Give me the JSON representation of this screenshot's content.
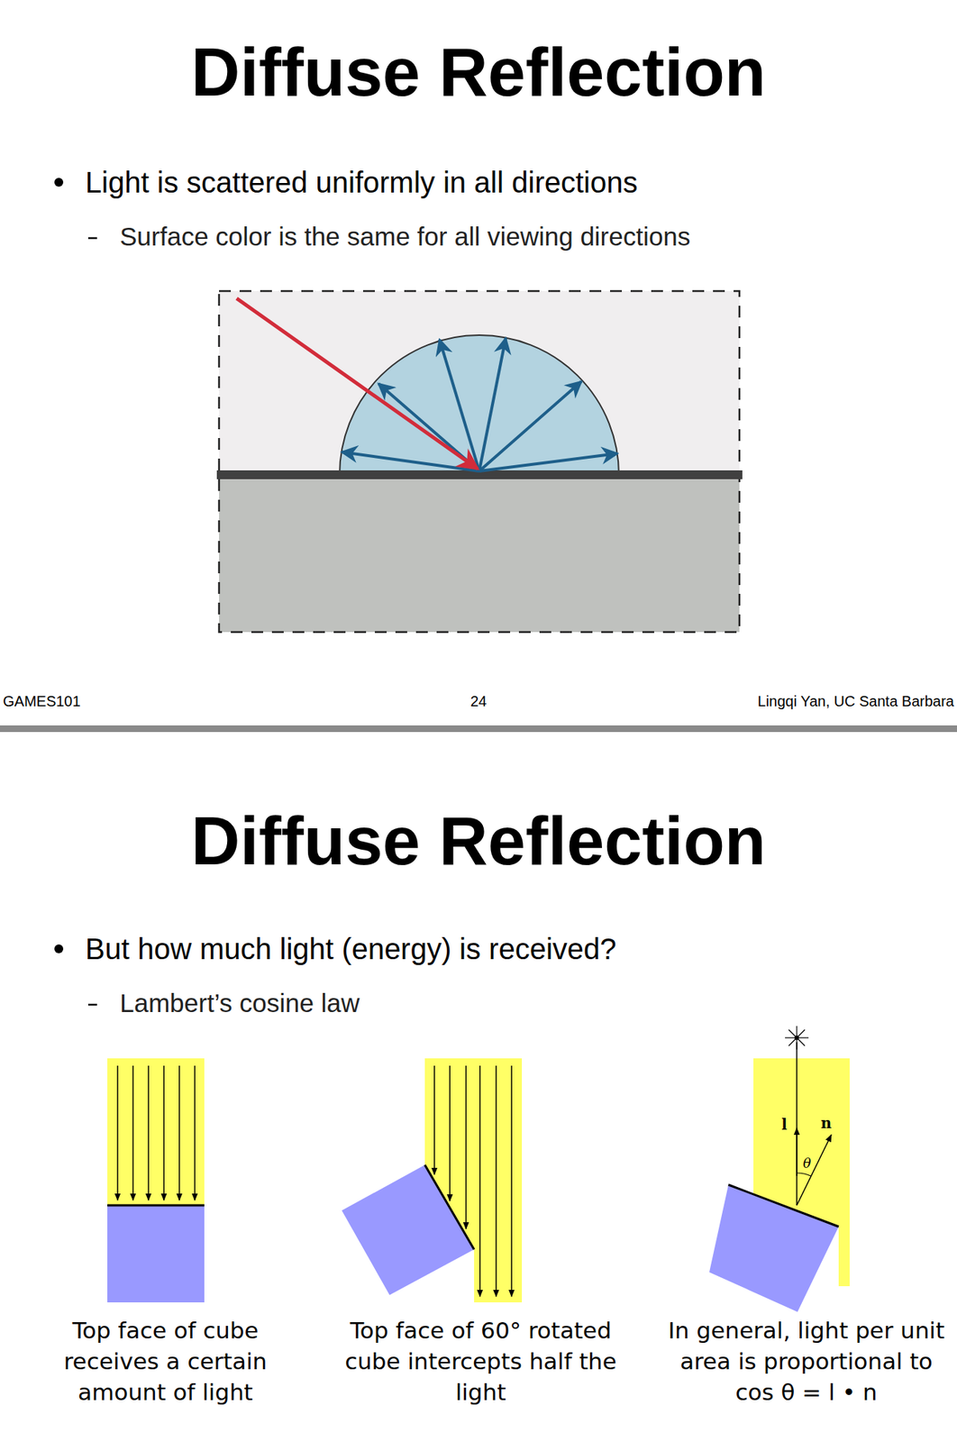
{
  "diagram": {
    "title": "Diffuse Reflection",
    "labels": [
      "Light is scattered uniformly in all directions",
      "Surface color is the same for all viewing directions",
      "GAMES101",
      "24",
      "Lingqi Yan, UC Santa Barbara",
      "Diffuse Reflection",
      "But how much light (energy) is received?",
      "Lambert’s cosine law",
      "Top face of cube receives a certain amount of light",
      "Top face of 60° rotated cube intercepts half the light",
      "In general, light per unit area is proportional to cos θ = l • n",
      "l",
      "n",
      "θ"
    ]
  }
}
